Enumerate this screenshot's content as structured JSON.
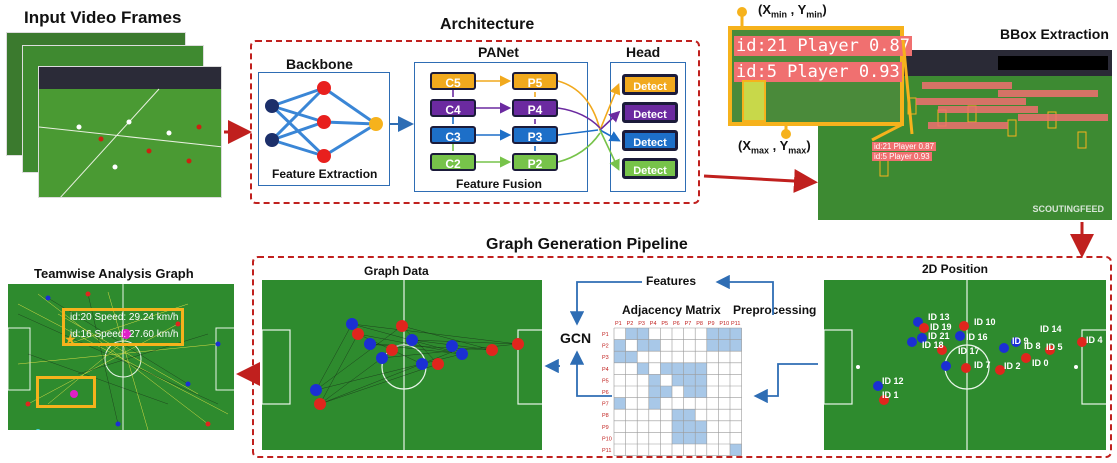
{
  "input": {
    "title": "Input Video Frames"
  },
  "architecture": {
    "title": "Architecture",
    "backbone": {
      "title": "Backbone",
      "caption": "Feature Extraction"
    },
    "panet": {
      "title": "PANet",
      "caption": "Feature Fusion",
      "c_labels": [
        "C5",
        "C4",
        "C3",
        "C2"
      ],
      "p_labels": [
        "P5",
        "P4",
        "P3",
        "P2"
      ]
    },
    "head": {
      "title": "Head",
      "detect_label": "Detect"
    }
  },
  "bbox": {
    "title": "BBox Extraction",
    "min_label": "(X",
    "min_sub": "min",
    "min_sep": " , Y",
    "min_sub2": "min",
    "min_close": ")",
    "max_label": "(X",
    "max_sub": "max",
    "max_sep": " , Y",
    "max_sub2": "max",
    "max_close": ")",
    "detection_1": "id:21 Player 0.87",
    "detection_2": "id:5 Player 0.93",
    "watermark": "SCOUTINGFEED"
  },
  "pipeline": {
    "title": "Graph Generation Pipeline",
    "position_title": "2D Position",
    "graph_data_title": "Graph Data",
    "teamwise_title": "Teamwise Analysis Graph",
    "features": "Features",
    "preprocessing": "Preprocessing",
    "gcn": "GCN",
    "adjacency_title": "Adjacency Matrix",
    "matrix_labels": [
      "P1",
      "P2",
      "P3",
      "P4",
      "P5",
      "P6",
      "P7",
      "P8",
      "P9",
      "P10",
      "P11"
    ],
    "position_ids": [
      "ID 13",
      "ID 19",
      "ID 21",
      "ID 18",
      "ID 10",
      "ID 16",
      "ID 17",
      "ID 7",
      "ID 9",
      "ID 8",
      "ID 2",
      "ID 0",
      "ID 14",
      "ID 5",
      "ID 4",
      "ID 12",
      "ID 1"
    ],
    "teamwise_speed_1": "id:20 Speed: 29.24 km/h",
    "teamwise_speed_2": "id:16 Speed: 27.60 km/h"
  },
  "colors": {
    "dashed_red": "#c0201e",
    "panel_blue": "#2e6db4",
    "pitch_green": "#2e8b2e",
    "red_team": "#e0261d",
    "blue_team": "#1b2fd4",
    "bbox_yellow": "#f6b21c"
  }
}
